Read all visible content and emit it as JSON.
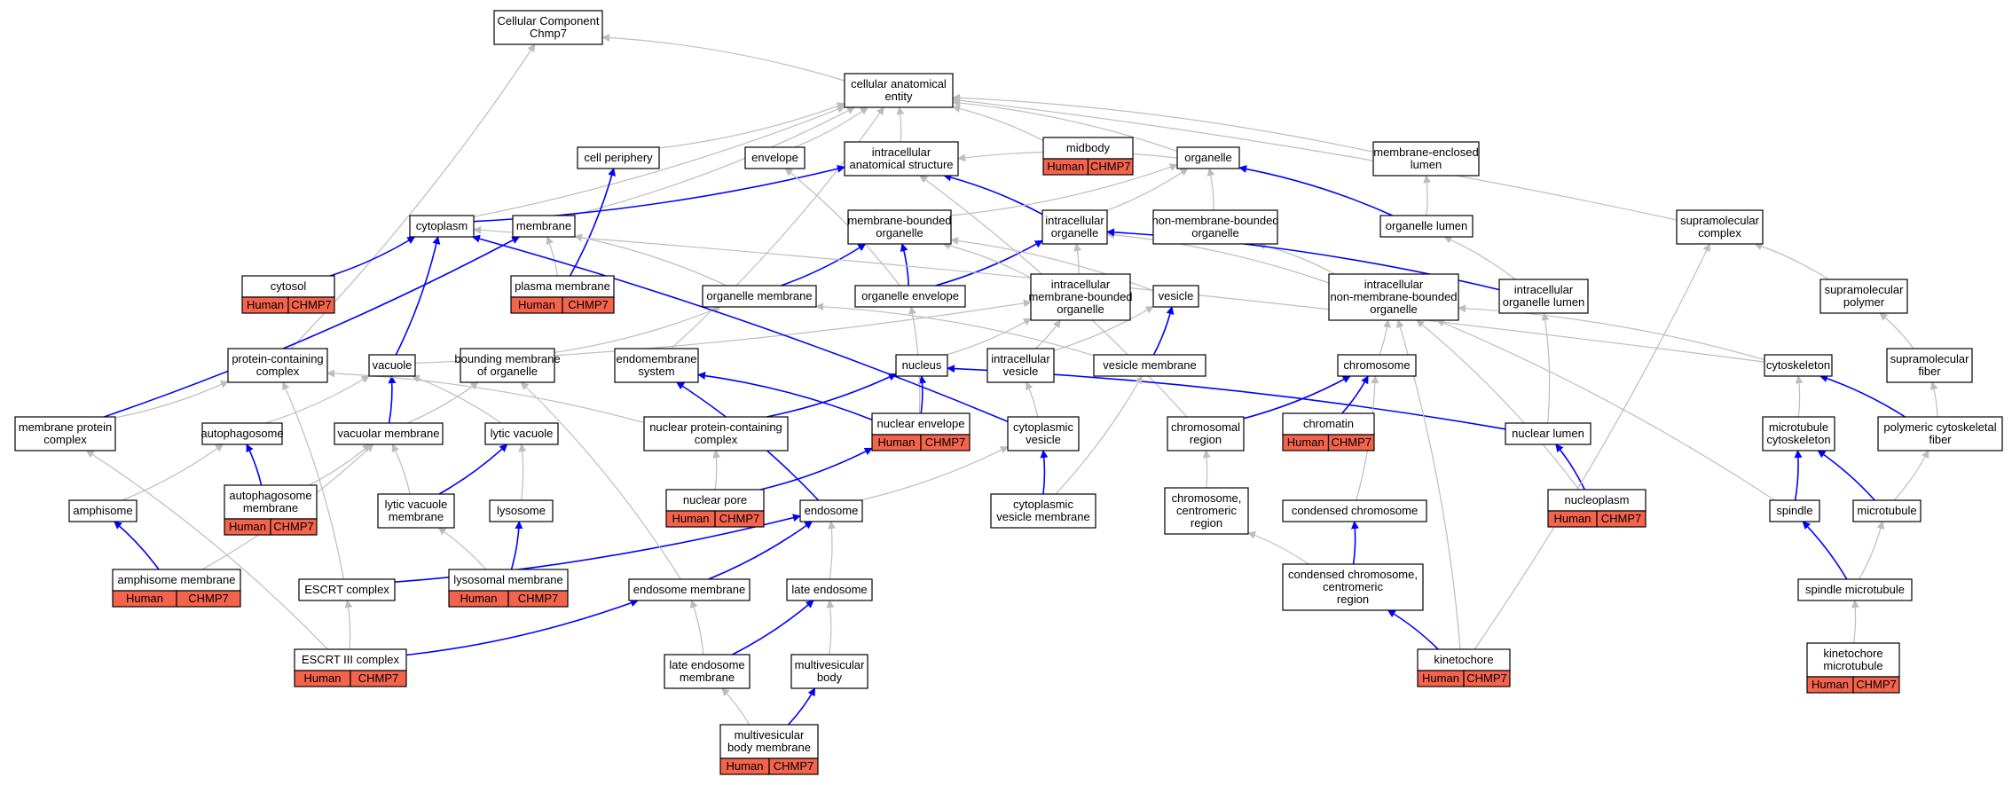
{
  "colors": {
    "annotation_fill": "#f4634c",
    "edge_gray": "#bdbdbd",
    "edge_blue": "#0000ff",
    "node_border": "#000000"
  },
  "nodes": [
    {
      "id": "cc_chmp7",
      "lines": [
        "Cellular Component",
        "Chmp7"
      ]
    },
    {
      "id": "cae",
      "lines": [
        "cellular anatomical",
        "entity"
      ]
    },
    {
      "id": "cell_periphery",
      "lines": [
        "cell periphery"
      ]
    },
    {
      "id": "envelope",
      "lines": [
        "envelope"
      ]
    },
    {
      "id": "ias",
      "lines": [
        "intracellular",
        "anatomical structure"
      ]
    },
    {
      "id": "midbody",
      "lines": [
        "midbody"
      ],
      "ann": [
        "Human",
        "CHMP7"
      ]
    },
    {
      "id": "organelle",
      "lines": [
        "organelle"
      ]
    },
    {
      "id": "mel",
      "lines": [
        "membrane-enclosed",
        "lumen"
      ]
    },
    {
      "id": "cytoplasm",
      "lines": [
        "cytoplasm"
      ]
    },
    {
      "id": "membrane",
      "lines": [
        "membrane"
      ]
    },
    {
      "id": "mbo",
      "lines": [
        "membrane-bounded",
        "organelle"
      ]
    },
    {
      "id": "io",
      "lines": [
        "intracellular",
        "organelle"
      ]
    },
    {
      "id": "nmbo",
      "lines": [
        "non-membrane-bounded",
        "organelle"
      ]
    },
    {
      "id": "organelle_lumen",
      "lines": [
        "organelle lumen"
      ]
    },
    {
      "id": "supramolecular_complex",
      "lines": [
        "supramolecular",
        "complex"
      ]
    },
    {
      "id": "cytosol",
      "lines": [
        "cytosol"
      ],
      "ann": [
        "Human",
        "CHMP7"
      ]
    },
    {
      "id": "plasma_membrane",
      "lines": [
        "plasma membrane"
      ],
      "ann": [
        "Human",
        "CHMP7"
      ]
    },
    {
      "id": "organelle_membrane",
      "lines": [
        "organelle membrane"
      ]
    },
    {
      "id": "organelle_envelope",
      "lines": [
        "organelle envelope"
      ]
    },
    {
      "id": "imbo",
      "lines": [
        "intracellular",
        "membrane-bounded",
        "organelle"
      ]
    },
    {
      "id": "vesicle",
      "lines": [
        "vesicle"
      ]
    },
    {
      "id": "inmbo",
      "lines": [
        "intracellular",
        "non-membrane-bounded",
        "organelle"
      ]
    },
    {
      "id": "iol",
      "lines": [
        "intracellular",
        "organelle lumen"
      ]
    },
    {
      "id": "supramolecular_polymer",
      "lines": [
        "supramolecular",
        "polymer"
      ]
    },
    {
      "id": "pcc",
      "lines": [
        "protein-containing",
        "complex"
      ]
    },
    {
      "id": "vacuole",
      "lines": [
        "vacuole"
      ]
    },
    {
      "id": "bmo",
      "lines": [
        "bounding membrane",
        "of organelle"
      ]
    },
    {
      "id": "endomembrane",
      "lines": [
        "endomembrane",
        "system"
      ]
    },
    {
      "id": "nucleus",
      "lines": [
        "nucleus"
      ]
    },
    {
      "id": "ivesicle",
      "lines": [
        "intracellular",
        "vesicle"
      ]
    },
    {
      "id": "vesicle_membrane",
      "lines": [
        "vesicle membrane"
      ]
    },
    {
      "id": "chromosome",
      "lines": [
        "chromosome"
      ]
    },
    {
      "id": "cytoskeleton",
      "lines": [
        "cytoskeleton"
      ]
    },
    {
      "id": "supramolecular_fiber",
      "lines": [
        "supramolecular",
        "fiber"
      ]
    },
    {
      "id": "mpc",
      "lines": [
        "membrane protein",
        "complex"
      ]
    },
    {
      "id": "autophagosome",
      "lines": [
        "autophagosome"
      ]
    },
    {
      "id": "vacuolar_membrane",
      "lines": [
        "vacuolar membrane"
      ]
    },
    {
      "id": "lytic_vacuole",
      "lines": [
        "lytic vacuole"
      ]
    },
    {
      "id": "npcc",
      "lines": [
        "nuclear protein-containing",
        "complex"
      ]
    },
    {
      "id": "nuclear_envelope",
      "lines": [
        "nuclear envelope"
      ],
      "ann": [
        "Human",
        "CHMP7"
      ]
    },
    {
      "id": "cytoplasmic_vesicle",
      "lines": [
        "cytoplasmic",
        "vesicle"
      ]
    },
    {
      "id": "chromosomal_region",
      "lines": [
        "chromosomal",
        "region"
      ]
    },
    {
      "id": "chromatin",
      "lines": [
        "chromatin"
      ],
      "ann": [
        "Human",
        "CHMP7"
      ]
    },
    {
      "id": "nuclear_lumen",
      "lines": [
        "nuclear lumen"
      ]
    },
    {
      "id": "mt_cytoskeleton",
      "lines": [
        "microtubule",
        "cytoskeleton"
      ]
    },
    {
      "id": "pcf",
      "lines": [
        "polymeric cytoskeletal",
        "fiber"
      ]
    },
    {
      "id": "amphisome",
      "lines": [
        "amphisome"
      ]
    },
    {
      "id": "autophagosome_membrane",
      "lines": [
        "autophagosome",
        "membrane"
      ],
      "ann": [
        "Human",
        "CHMP7"
      ]
    },
    {
      "id": "lvm",
      "lines": [
        "lytic vacuole",
        "membrane"
      ]
    },
    {
      "id": "lysosome",
      "lines": [
        "lysosome"
      ]
    },
    {
      "id": "nuclear_pore",
      "lines": [
        "nuclear pore"
      ],
      "ann": [
        "Human",
        "CHMP7"
      ]
    },
    {
      "id": "endosome",
      "lines": [
        "endosome"
      ]
    },
    {
      "id": "cvm",
      "lines": [
        "cytoplasmic",
        "vesicle membrane"
      ]
    },
    {
      "id": "ccr",
      "lines": [
        "chromosome,",
        "centromeric",
        "region"
      ]
    },
    {
      "id": "condensed_chromosome",
      "lines": [
        "condensed chromosome"
      ]
    },
    {
      "id": "nucleoplasm",
      "lines": [
        "nucleoplasm"
      ],
      "ann": [
        "Human",
        "CHMP7"
      ]
    },
    {
      "id": "spindle",
      "lines": [
        "spindle"
      ]
    },
    {
      "id": "microtubule",
      "lines": [
        "microtubule"
      ]
    },
    {
      "id": "amphisome_membrane",
      "lines": [
        "amphisome membrane"
      ],
      "ann": [
        "Human",
        "CHMP7"
      ]
    },
    {
      "id": "escrt",
      "lines": [
        "ESCRT complex"
      ]
    },
    {
      "id": "lysosomal_membrane",
      "lines": [
        "lysosomal membrane"
      ],
      "ann": [
        "Human",
        "CHMP7"
      ]
    },
    {
      "id": "endosome_membrane",
      "lines": [
        "endosome membrane"
      ]
    },
    {
      "id": "late_endosome",
      "lines": [
        "late endosome"
      ]
    },
    {
      "id": "cccr",
      "lines": [
        "condensed chromosome,",
        "centromeric",
        "region"
      ]
    },
    {
      "id": "spindle_mt",
      "lines": [
        "spindle microtubule"
      ]
    },
    {
      "id": "escrt3",
      "lines": [
        "ESCRT III complex"
      ],
      "ann": [
        "Human",
        "CHMP7"
      ]
    },
    {
      "id": "lem",
      "lines": [
        "late endosome",
        "membrane"
      ]
    },
    {
      "id": "mvb",
      "lines": [
        "multivesicular",
        "body"
      ]
    },
    {
      "id": "kinetochore",
      "lines": [
        "kinetochore"
      ],
      "ann": [
        "Human",
        "CHMP7"
      ]
    },
    {
      "id": "kmt",
      "lines": [
        "kinetochore",
        "microtubule"
      ],
      "ann": [
        "Human",
        "CHMP7"
      ]
    },
    {
      "id": "mvbm",
      "lines": [
        "multivesicular",
        "body membrane"
      ],
      "ann": [
        "Human",
        "CHMP7"
      ]
    }
  ]
}
